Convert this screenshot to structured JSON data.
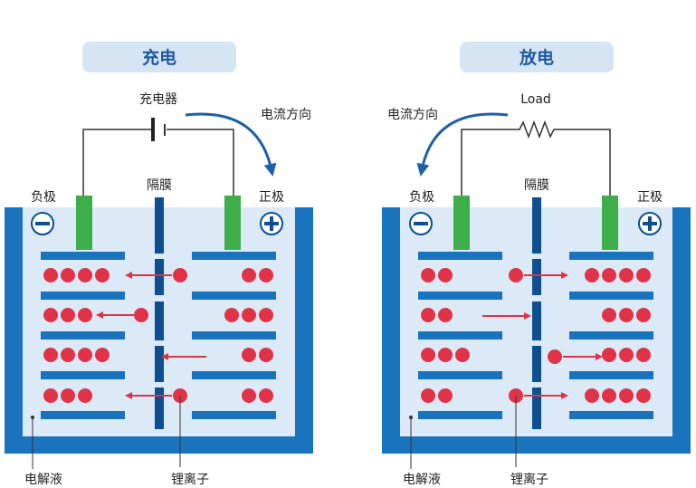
{
  "colors": {
    "container": "#1a74bd",
    "electrolyte": "#dce9f6",
    "electrode_plate": "#1a74bd",
    "separator": "#0d4f8f",
    "terminal": "#3dae49",
    "ion": "#e03347",
    "arrow_red": "#e03347",
    "arrow_current": "#1f5fa8",
    "title_bg": "#d6e5f4",
    "wire": "#333333"
  },
  "charge": {
    "title": "充电",
    "source_label": "充电器",
    "current_label": "电流方向",
    "separator_label": "隔膜",
    "negative_label": "负极",
    "positive_label": "正极",
    "electrolyte_label": "电解液",
    "ion_label": "锂离子",
    "left_ion_counts": [
      4,
      3,
      4,
      3
    ],
    "right_ion_counts": [
      2,
      3,
      2,
      2
    ],
    "moving_ions": "toward-negative"
  },
  "discharge": {
    "title": "放电",
    "load_label": "Load",
    "current_label": "电流方向",
    "separator_label": "隔膜",
    "negative_label": "负极",
    "positive_label": "正极",
    "electrolyte_label": "电解液",
    "ion_label": "锂离子",
    "left_ion_counts": [
      2,
      2,
      3,
      2
    ],
    "right_ion_counts": [
      4,
      3,
      3,
      4
    ],
    "moving_ions": "toward-positive"
  },
  "icons": {
    "minus": "minus-circle-icon",
    "plus": "plus-circle-icon"
  }
}
